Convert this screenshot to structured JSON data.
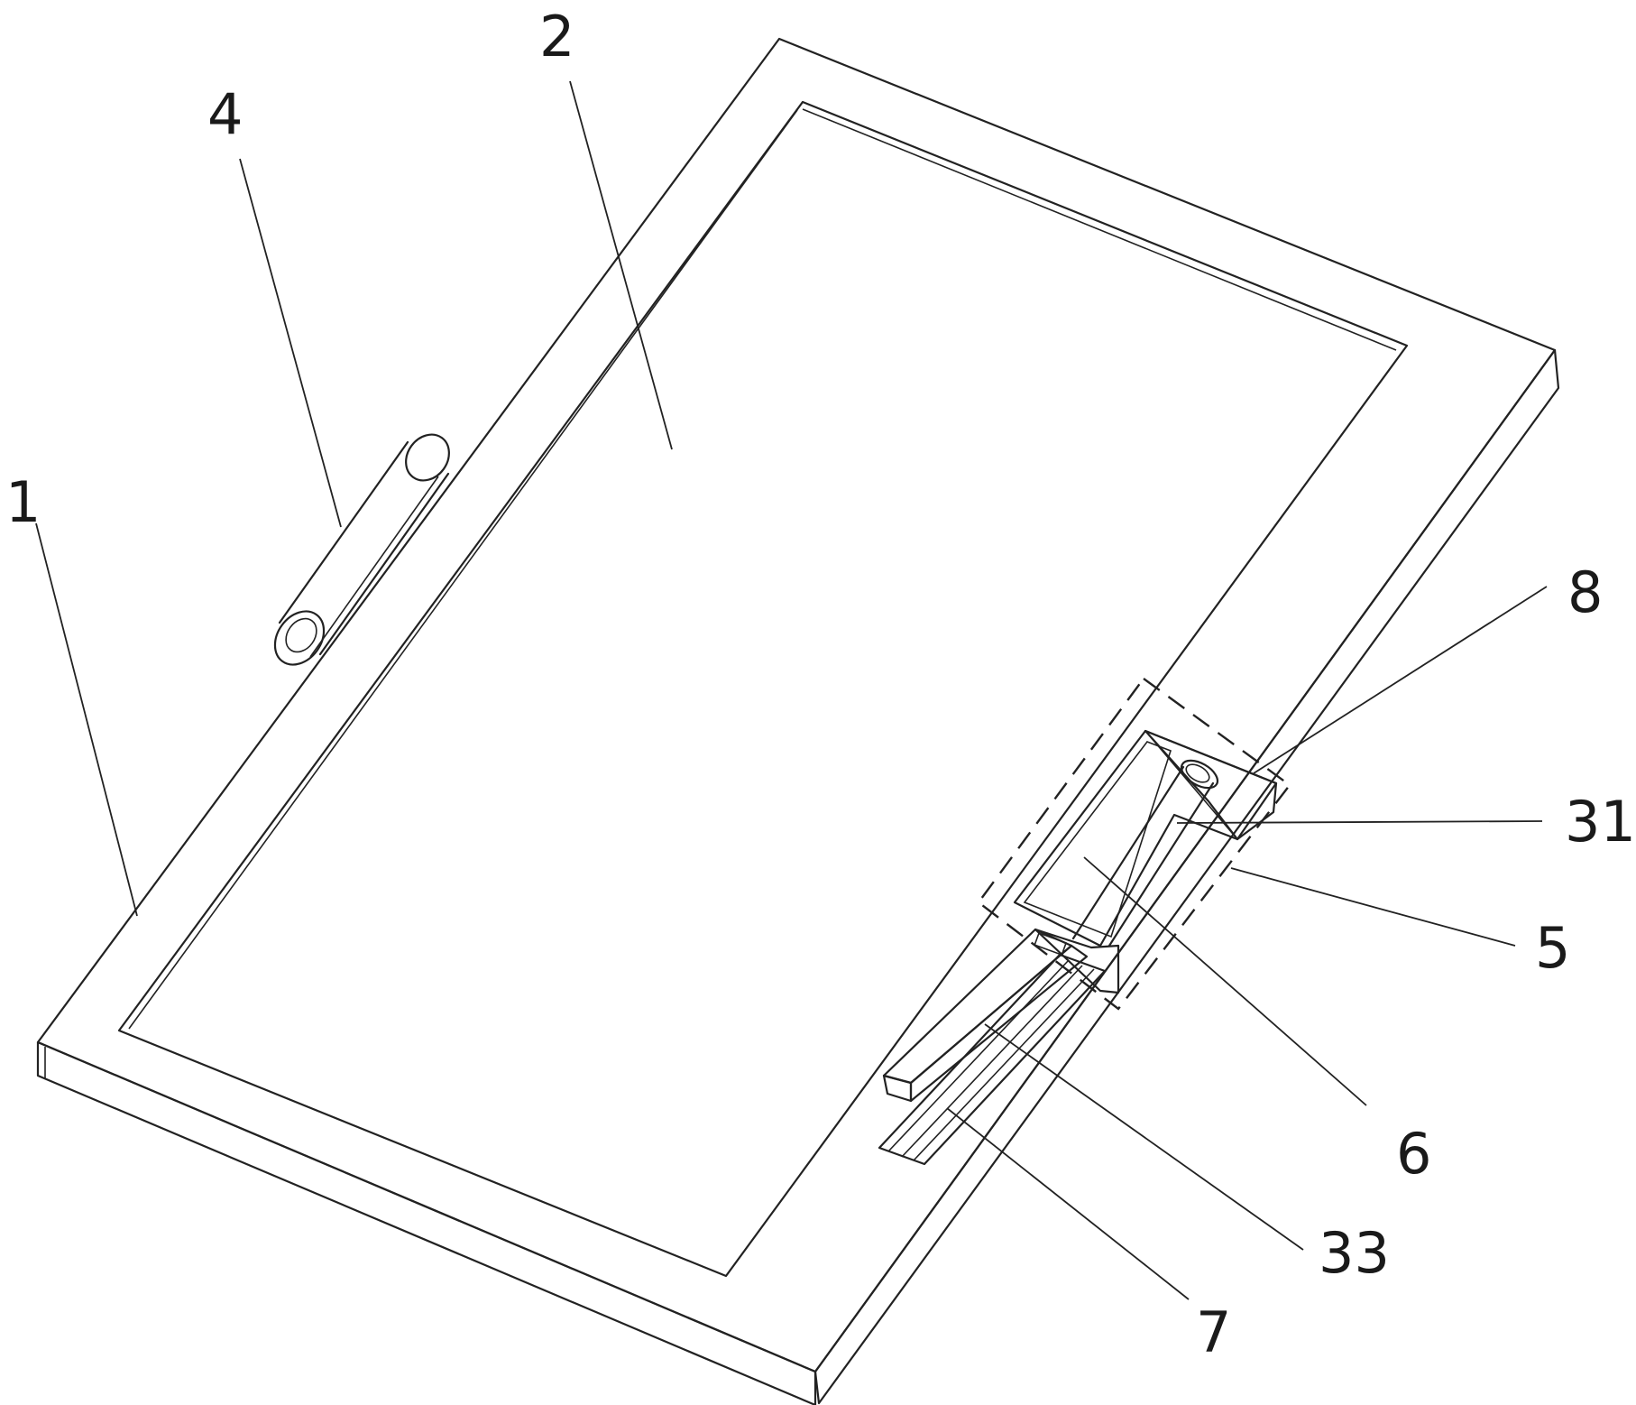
{
  "labels": {
    "l1": "1",
    "l2": "2",
    "l4": "4",
    "l8": "8",
    "l31": "31",
    "l5": "5",
    "l6": "6",
    "l33": "33",
    "l7": "7"
  },
  "colors": {
    "stroke": "#222222",
    "background": "#ffffff"
  }
}
